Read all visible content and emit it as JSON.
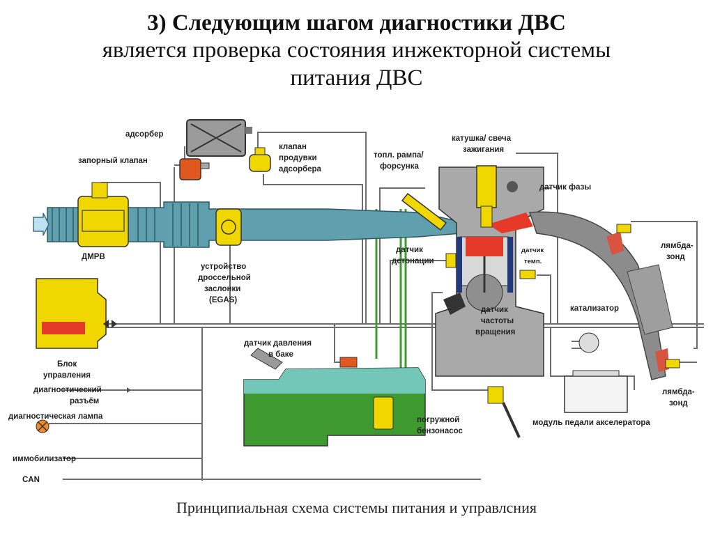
{
  "title": {
    "line1": "3) Следующим шагом диагностики ДВС",
    "line2": "является  проверка состояния инжекторной системы",
    "line3": "питания ДВС"
  },
  "labels": {
    "adsorber": "адсорбер",
    "shutoff_valve": "запорный клапан",
    "purge_valve_1": "клапан",
    "purge_valve_2": "продувки",
    "purge_valve_3": "адсорбера",
    "fuel_rail_1": "топл. рампа/",
    "fuel_rail_2": "форсунка",
    "coil_1": "катушка/ свеча",
    "coil_2": "зажигания",
    "phase_sensor": "датчик фазы",
    "maf": "ДМРВ",
    "throttle_1": "устройство",
    "throttle_2": "дроссельной",
    "throttle_3": "заслонки",
    "throttle_4": "(EGAS)",
    "knock_1": "датчик",
    "knock_2": "детонации",
    "temp_1": "датчик",
    "temp_2": "темп.",
    "lambda1_1": "лямбда-",
    "lambda1_2": "зонд",
    "catalyst": "катализатор",
    "crank_1": "датчик",
    "crank_2": "частоты",
    "crank_3": "вращения",
    "ecu_1": "Блок",
    "ecu_2": "управления",
    "diag_conn_1": "диагностический",
    "diag_conn_2": "разъём",
    "diag_lamp": "диагностическая лампа",
    "immobilizer": "иммобилизатор",
    "can": "CAN",
    "tank_pressure_1": "датчик давления",
    "tank_pressure_2": "в баке",
    "pump_1": "погружной",
    "pump_2": "бензонасос",
    "pedal": "модуль педали акселератора",
    "lambda2_1": "лямбда-",
    "lambda2_2": "зонд"
  },
  "caption": "Принципиальная схема системы питания и управлсния",
  "colors": {
    "intake": "#5f9fae",
    "component_yellow": "#f0d700",
    "ecu_red": "#e53a2a",
    "engine_gray": "#a9a9a9",
    "exhaust_gray": "#8c8c8c",
    "fuel_green": "#3e9a2e",
    "tank_top": "#74c6b8",
    "valve_orange": "#e0581e",
    "wire": "#6d6d6d"
  },
  "icons": {
    "diag_lamp": "lamp-x-icon",
    "diag_connector": "double-arrow-icon",
    "air_inlet": "arrow-right-icon"
  }
}
